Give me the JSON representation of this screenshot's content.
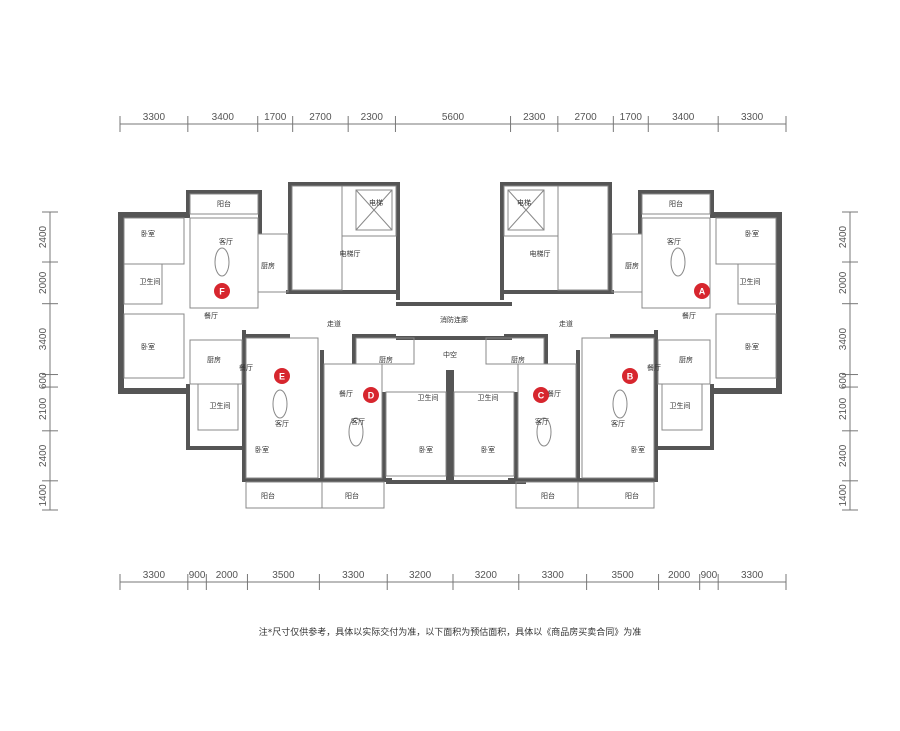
{
  "dimensions": {
    "top": [
      "3300",
      "3400",
      "1700",
      "2700",
      "2300",
      "5600",
      "2300",
      "2700",
      "1700",
      "3400",
      "3300"
    ],
    "bottom": [
      "3300",
      "900",
      "2000",
      "3500",
      "3300",
      "3200",
      "3200",
      "3300",
      "3500",
      "2000",
      "900",
      "3300"
    ],
    "left": [
      "2400",
      "2000",
      "3400",
      "600",
      "2100",
      "2400",
      "1400"
    ],
    "right": [
      "2400",
      "2000",
      "3400",
      "600",
      "2100",
      "2400",
      "1400"
    ]
  },
  "units": [
    "A",
    "B",
    "C",
    "D",
    "E",
    "F"
  ],
  "rooms": {
    "bedroom": "卧室",
    "living": "客厅",
    "dining": "餐厅",
    "kitchen": "厨房",
    "bathroom": "卫生间",
    "balcony": "阳台",
    "elevator": "电梯",
    "elevator_hall": "电梯厅",
    "corridor": "走道",
    "fire_corridor": "消防连廊",
    "atrium": "中空"
  },
  "colors": {
    "unit_marker": "#d7262e",
    "wall": "#555555"
  },
  "note": "注*尺寸仅供参考，具体以实际交付为准，以下面积为预估面积，具体以《商品房买卖合同》为准"
}
